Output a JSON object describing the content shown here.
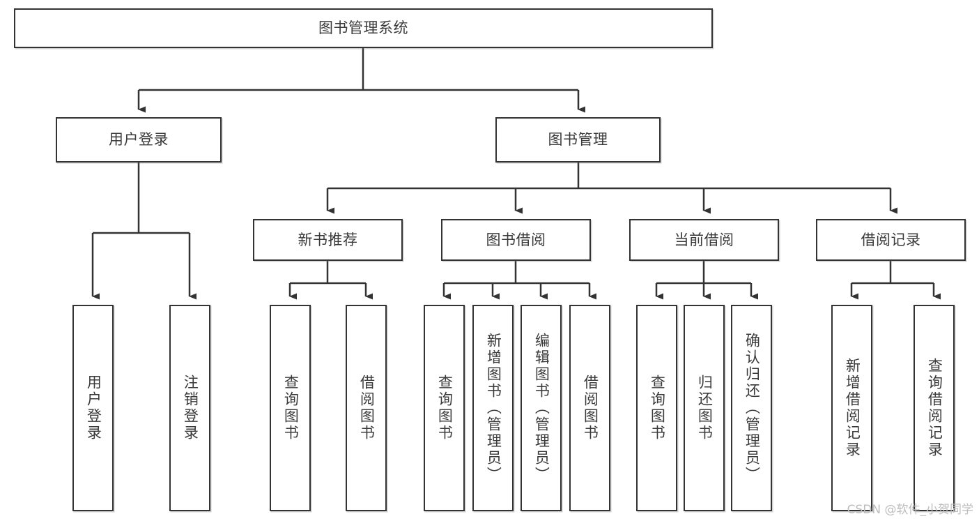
{
  "diagram": {
    "title": "图书管理系统",
    "type": "tree",
    "orientation": "top-down",
    "style": {
      "box_border_color": "#333333",
      "box_fill_color": "#ffffff",
      "connector_color": "#333333",
      "text_color": "#3a3a3a",
      "background": "#ffffff"
    },
    "root": {
      "id": "root",
      "label": "图书管理系统",
      "text_direction": "horizontal"
    },
    "level2": [
      {
        "id": "user-login",
        "label": "用户登录",
        "text_direction": "horizontal"
      },
      {
        "id": "book-manage",
        "label": "图书管理",
        "text_direction": "horizontal"
      }
    ],
    "level3": [
      {
        "id": "new-book-recommend",
        "label": "新书推荐",
        "parent": "book-manage",
        "text_direction": "horizontal"
      },
      {
        "id": "book-borrow",
        "label": "图书借阅",
        "parent": "book-manage",
        "text_direction": "horizontal"
      },
      {
        "id": "current-borrow",
        "label": "当前借阅",
        "parent": "book-manage",
        "text_direction": "horizontal"
      },
      {
        "id": "borrow-record",
        "label": "借阅记录",
        "parent": "book-manage",
        "text_direction": "horizontal"
      }
    ],
    "leaves": [
      {
        "id": "leaf-user-login",
        "label": "用户登录",
        "parent": "user-login",
        "text_direction": "vertical"
      },
      {
        "id": "leaf-logout-login",
        "label": "注销登录",
        "parent": "user-login",
        "text_direction": "vertical"
      },
      {
        "id": "leaf-query-book-1",
        "label": "查询图书",
        "parent": "new-book-recommend",
        "text_direction": "vertical"
      },
      {
        "id": "leaf-borrow-book-1",
        "label": "借阅图书",
        "parent": "new-book-recommend",
        "text_direction": "vertical"
      },
      {
        "id": "leaf-query-book-2",
        "label": "查询图书",
        "parent": "book-borrow",
        "text_direction": "vertical"
      },
      {
        "id": "leaf-add-book",
        "label": "新增图书（管理员）",
        "parent": "book-borrow",
        "text_direction": "vertical"
      },
      {
        "id": "leaf-edit-book",
        "label": "编辑图书（管理员）",
        "parent": "book-borrow",
        "text_direction": "vertical"
      },
      {
        "id": "leaf-borrow-book-2",
        "label": "借阅图书",
        "parent": "book-borrow",
        "text_direction": "vertical"
      },
      {
        "id": "leaf-query-book-3",
        "label": "查询图书",
        "parent": "current-borrow",
        "text_direction": "vertical"
      },
      {
        "id": "leaf-return-book",
        "label": "归还图书",
        "parent": "current-borrow",
        "text_direction": "vertical"
      },
      {
        "id": "leaf-confirm-return",
        "label": "确认归还（管理员）",
        "parent": "current-borrow",
        "text_direction": "vertical"
      },
      {
        "id": "leaf-add-record",
        "label": "新增借阅记录",
        "parent": "borrow-record",
        "text_direction": "vertical"
      },
      {
        "id": "leaf-query-record",
        "label": "查询借阅记录",
        "parent": "borrow-record",
        "text_direction": "vertical"
      }
    ]
  },
  "watermark": {
    "text": "CSDN @软件_小贺同学"
  }
}
